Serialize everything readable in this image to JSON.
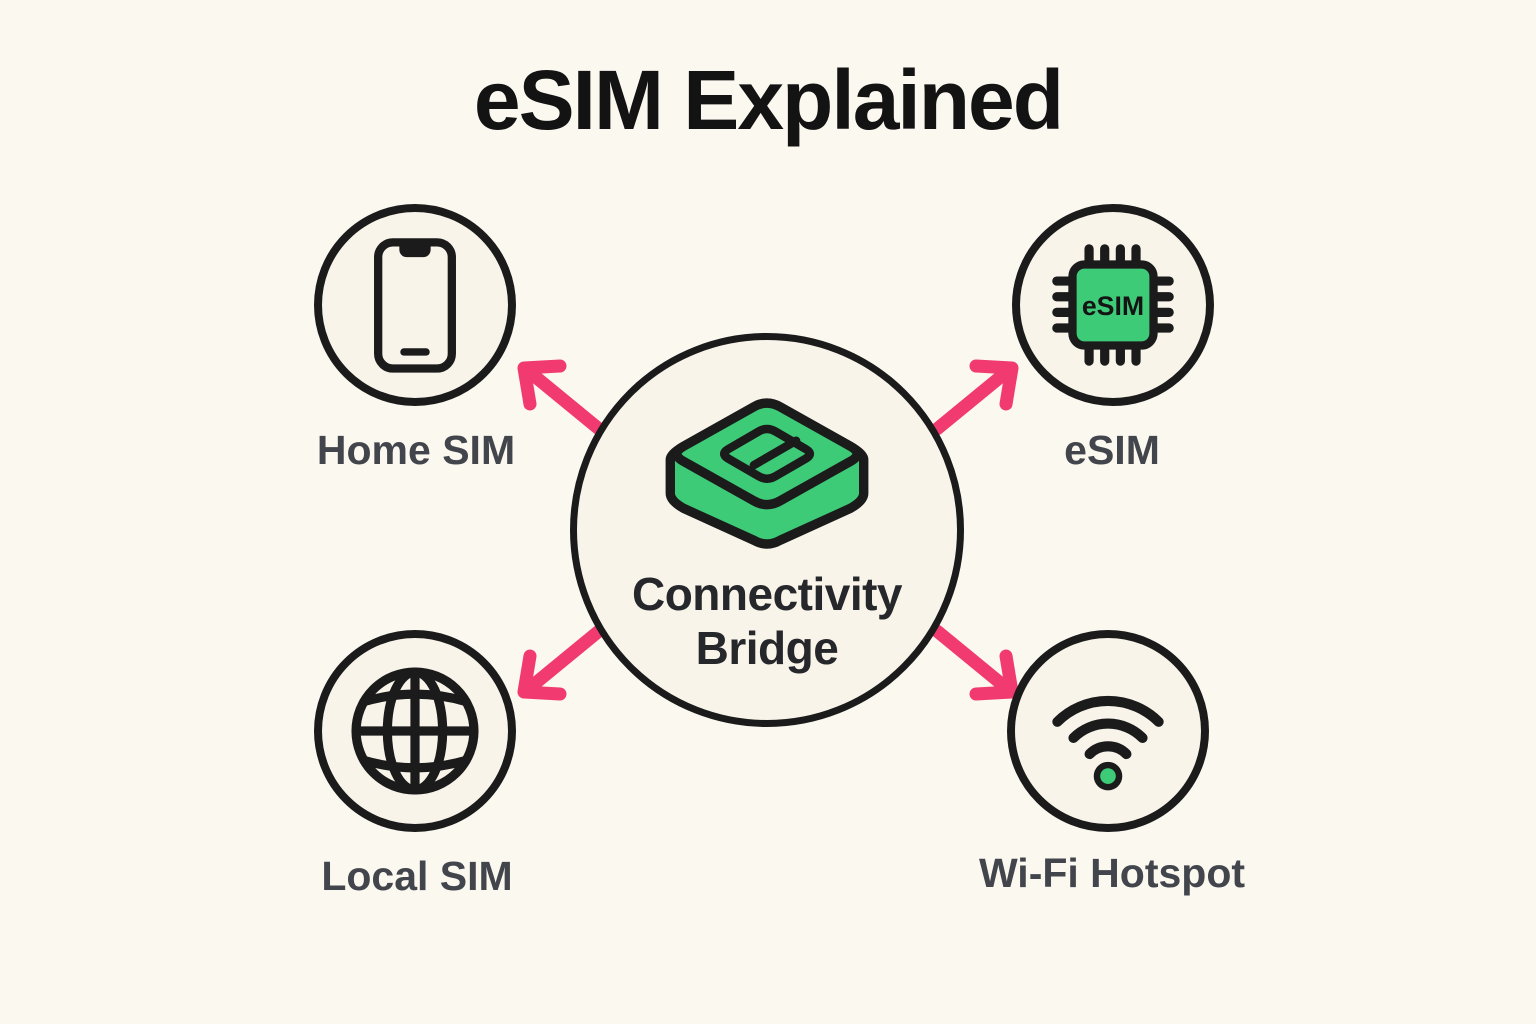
{
  "title": "eSIM Explained",
  "center": {
    "icon": "sim-card-3d",
    "label_line1": "Connectivity",
    "label_line2": "Bridge"
  },
  "nodes": {
    "home_sim": {
      "label": "Home SIM",
      "icon": "smartphone"
    },
    "esim": {
      "label": "eSIM",
      "icon": "esim-chip",
      "chip_text": "eSIM"
    },
    "local_sim": {
      "label": "Local SIM",
      "icon": "globe"
    },
    "wifi_hotspot": {
      "label": "Wi-Fi Hotspot",
      "icon": "wifi"
    }
  },
  "colors": {
    "background": "#fbf8f0",
    "circle_fill": "#f8f4ea",
    "outline_black": "#1b1b1b",
    "green": "#3ecb77",
    "arrow_pink": "#f13a6f",
    "label_gray": "#42454b",
    "title_black": "#131313"
  }
}
